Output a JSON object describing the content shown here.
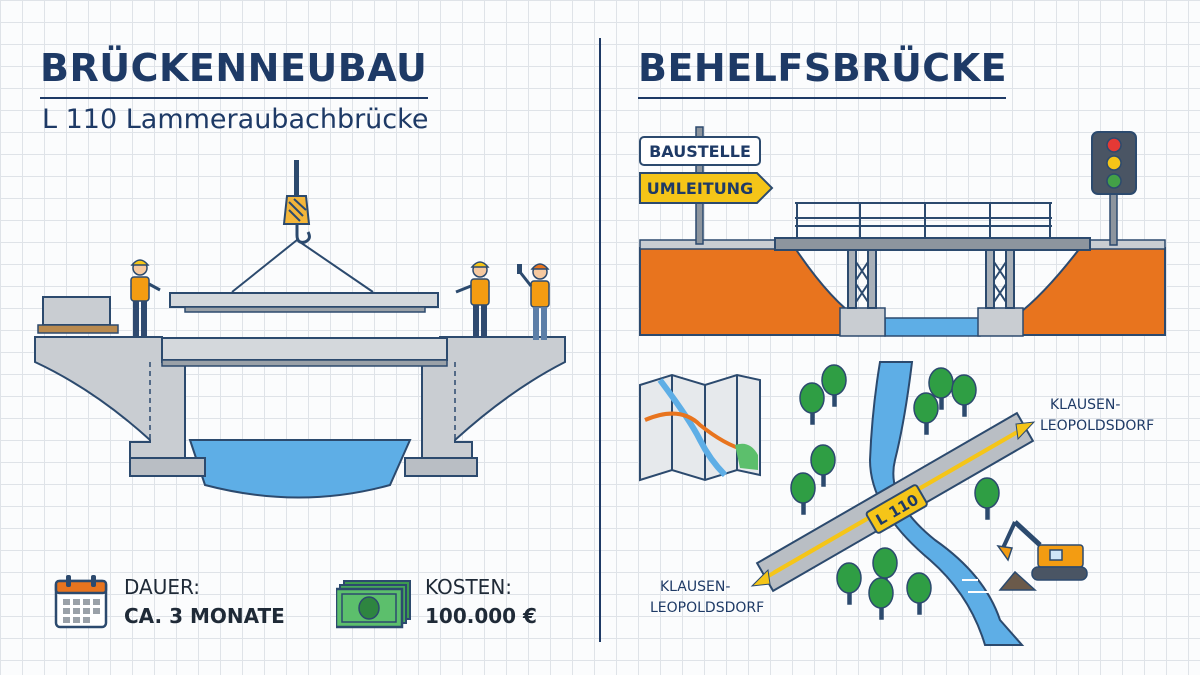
{
  "left": {
    "title": "BRÜCKENNEUBAU",
    "subtitle": "L 110 Lammeraubachbrücke",
    "duration": {
      "label": "DAUER:",
      "value": "CA. 3 MONATE",
      "icon": "calendar-icon"
    },
    "cost": {
      "label": "KOSTEN:",
      "value": "100.000 €",
      "icon": "banknote-icon"
    }
  },
  "right": {
    "title": "BEHELFSBRÜCKE",
    "signs": {
      "construction": "BAUSTELLE",
      "detour": "UMLEITUNG"
    },
    "road_label": "L 110",
    "destination_top": [
      "KLAUSEN-",
      "LEOPOLDSDORF"
    ],
    "destination_bottom": [
      "KLAUSEN-",
      "LEOPOLDSDORF"
    ]
  },
  "colors": {
    "navy": "#1e3a66",
    "concrete": "#c9cdd2",
    "water": "#5eaee6",
    "earth": "#e8741e",
    "vest": "#f39c12",
    "tree": "#2f9e44",
    "sign_yellow": "#f5c518"
  }
}
